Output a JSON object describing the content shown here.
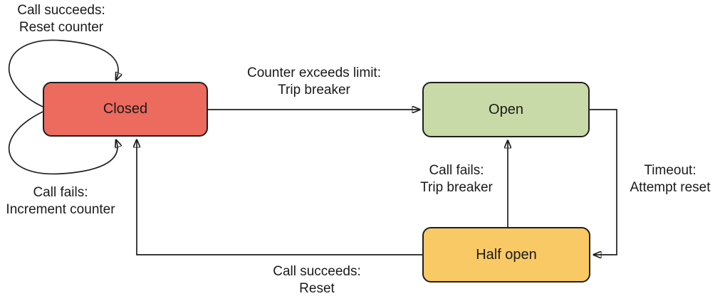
{
  "diagram": {
    "type": "state-diagram",
    "background": "#ffffff",
    "line_color": "#1f1f1f",
    "states": [
      {
        "id": "closed",
        "label": "Closed",
        "fill": "#EC6A5E"
      },
      {
        "id": "open",
        "label": "Open",
        "fill": "#C8DAA7"
      },
      {
        "id": "half-open",
        "label": "Half open",
        "fill": "#F9C966"
      }
    ],
    "transitions": [
      {
        "from": "closed",
        "to": "closed",
        "line1": "Call succeeds:",
        "line2": "Reset counter"
      },
      {
        "from": "closed",
        "to": "closed",
        "line1": "Call fails:",
        "line2": "Increment counter"
      },
      {
        "from": "closed",
        "to": "open",
        "line1": "Counter exceeds limit:",
        "line2": "Trip breaker"
      },
      {
        "from": "open",
        "to": "half-open",
        "line1": "Timeout:",
        "line2": "Attempt reset"
      },
      {
        "from": "half-open",
        "to": "open",
        "line1": "Call fails:",
        "line2": "Trip breaker"
      },
      {
        "from": "half-open",
        "to": "closed",
        "line1": "Call succeeds:",
        "line2": "Reset"
      }
    ]
  }
}
